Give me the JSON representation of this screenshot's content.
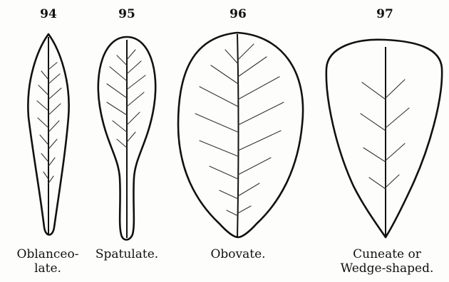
{
  "figures": [
    {
      "number": "94",
      "caption_lines": [
        "Oblanceo-",
        "late."
      ]
    },
    {
      "number": "95",
      "caption_lines": [
        "Spatulate."
      ]
    },
    {
      "number": "96",
      "caption_lines": [
        "Obovate."
      ]
    },
    {
      "number": "97",
      "caption_lines": [
        "Cuneate or",
        "Wedge-shaped."
      ]
    }
  ]
}
